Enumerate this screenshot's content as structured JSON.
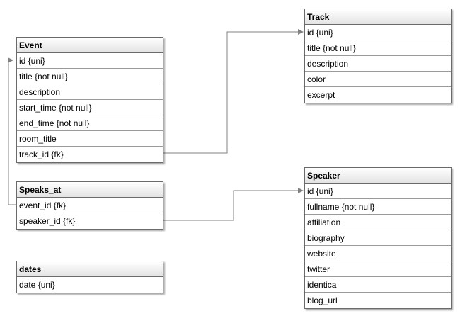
{
  "entities": {
    "event": {
      "title": "Event",
      "fields": [
        "id {uni}",
        "title {not null}",
        "description",
        "start_time {not null}",
        "end_time {not null}",
        "room_title",
        "track_id {fk}"
      ]
    },
    "track": {
      "title": "Track",
      "fields": [
        "id {uni}",
        "title {not null}",
        "description",
        "color",
        "excerpt"
      ]
    },
    "speaks_at": {
      "title": "Speaks_at",
      "fields": [
        "event_id {fk}",
        "speaker_id {fk}"
      ]
    },
    "speaker": {
      "title": "Speaker",
      "fields": [
        "id {uni}",
        "fullname {not null}",
        "affiliation",
        "biography",
        "website",
        "twitter",
        "identica",
        "blog_url"
      ]
    },
    "dates": {
      "title": "dates",
      "fields": [
        "date {uni}"
      ]
    }
  },
  "relations": [
    {
      "from": "event.track_id {fk}",
      "to": "track.id {uni}"
    },
    {
      "from": "speaks_at.event_id {fk}",
      "to": "event.id {uni}"
    },
    {
      "from": "speaks_at.speaker_id {fk}",
      "to": "speaker.id {uni}"
    }
  ],
  "colors": {
    "border": "#6a6a6a",
    "line": "#808080",
    "header_bottom": "#e3e3e3"
  }
}
